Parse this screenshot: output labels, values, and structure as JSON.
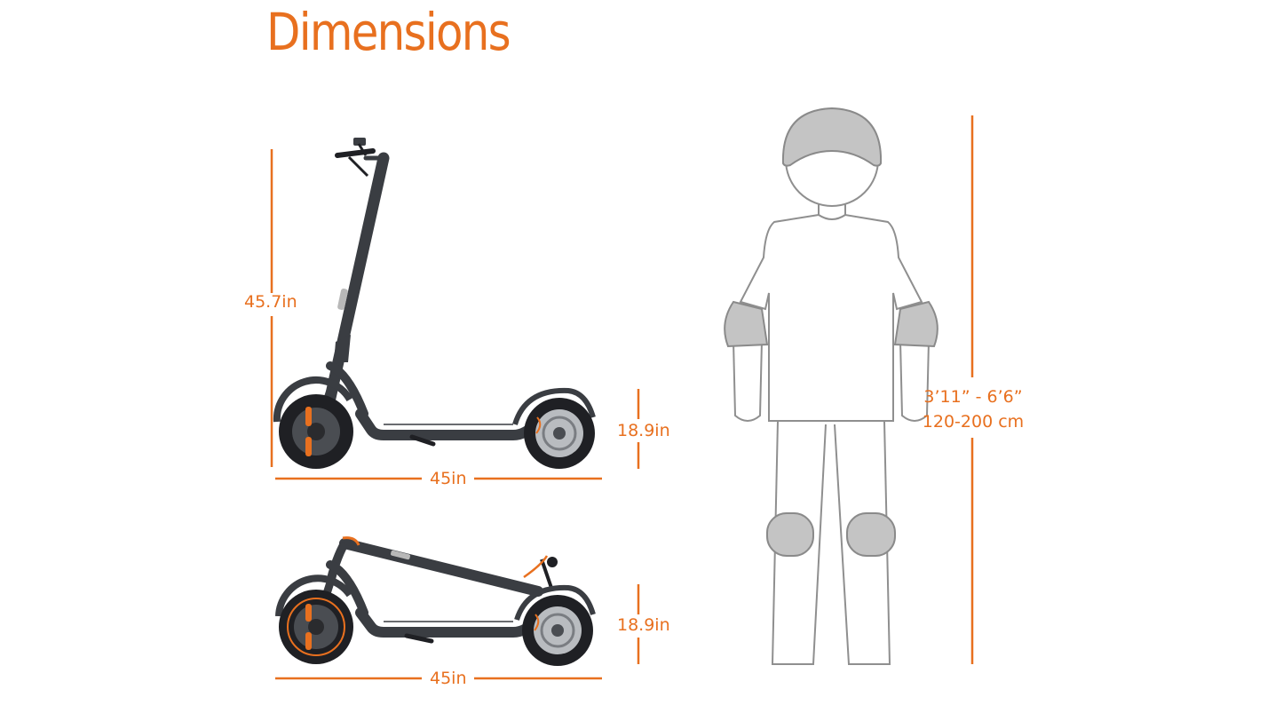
{
  "title": "Dimensions",
  "colors": {
    "accent": "#e8701f",
    "scooter_body": "#3a3d42",
    "tire": "#1f2024",
    "rider_outline": "#8f8f8f",
    "pad_fill": "#c4c4c4"
  },
  "scooter_unfolded": {
    "height_label": "45.7in",
    "wheel_height_label": "18.9in",
    "length_label": "45in"
  },
  "scooter_folded": {
    "wheel_height_label": "18.9in",
    "length_label": "45in"
  },
  "rider": {
    "height_imperial": "3’11” - 6’6”",
    "height_metric": "120-200 cm"
  }
}
